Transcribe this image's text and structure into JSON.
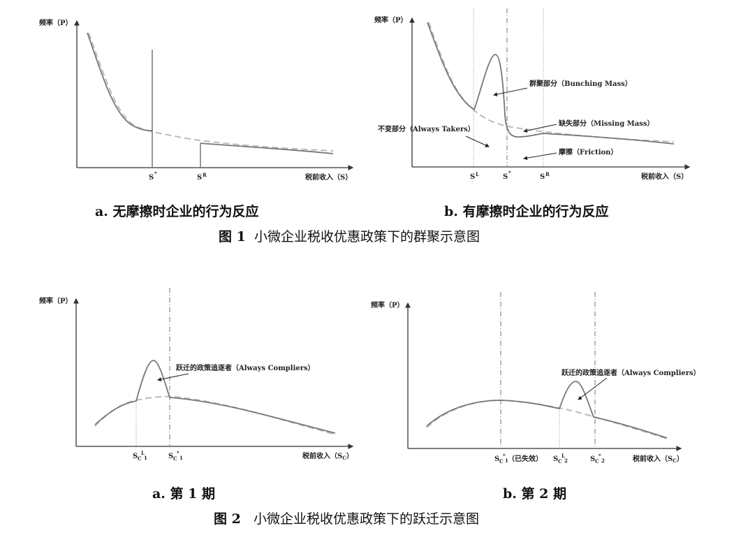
{
  "figure1": {
    "title_prefix": "图 1",
    "title": "小微企业税收优惠政策下的群聚示意图",
    "panel_a": {
      "caption": "a. 无摩擦时企业的行为反应",
      "y_label": "频率（P）",
      "x_label": "税前收入（S）",
      "ticks": [
        "S*",
        "SR"
      ],
      "tick_main": [
        "S",
        "S"
      ],
      "tick_sup": [
        "*",
        "R"
      ]
    },
    "panel_b": {
      "caption": "b. 有摩擦时企业的行为反应",
      "y_label": "频率（P）",
      "x_label": "税前收入（S）",
      "ticks": [
        "SL",
        "S*",
        "SR"
      ],
      "tick_main": [
        "S",
        "S",
        "S"
      ],
      "tick_sup": [
        "L",
        "*",
        "R"
      ],
      "annotations": {
        "bunching": "群聚部分（Bunching Mass）",
        "missing": "缺失部分（Missing Mass）",
        "always_takers": "不变部分（Always Takers）",
        "friction": "摩擦（Friction）"
      }
    }
  },
  "figure2": {
    "title_prefix": "图 2",
    "title": "小微企业税收优惠政策下的跃迁示意图",
    "panel_a": {
      "caption": "a.  第 1 期",
      "y_label": "频率（P）",
      "x_label_main": "税前收入（S",
      "x_label_sub": "C",
      "x_label_end": "）",
      "ticks": [
        "SCL1",
        "SC*1"
      ],
      "tick_sup": [
        "L",
        "*"
      ],
      "tick_idx": [
        "1",
        "1"
      ],
      "annotation": "跃迁的政策追逐者（Always Compliers）"
    },
    "panel_b": {
      "caption": "b.  第 2 期",
      "y_label": "频率（P）",
      "x_label_main": "税前收入（S",
      "x_label_sub": "C",
      "x_label_end": "）",
      "ticks": [
        "SC*1（已失效）",
        "SCL2",
        "SC*2"
      ],
      "tick_sup": [
        "*",
        "L",
        "*"
      ],
      "tick_idx": [
        "1",
        "2",
        "2"
      ],
      "expired_note": "（已失效）",
      "annotation": "跃迁的政策追逐者（Always Compliers）"
    }
  },
  "colors": {
    "axis": "#333333",
    "actual_curve": "#777777",
    "counterfactual_curve": "#bbbbbb",
    "guide_lines": "#888888"
  },
  "chart_data": [
    {
      "type": "line",
      "title": "a. 无摩擦时企业的行为反应",
      "xlabel": "税前收入（S）",
      "ylabel": "频率（P）",
      "x_ticks": [
        "S*",
        "SR"
      ],
      "series": [
        {
          "name": "actual (solid)",
          "description": "decreasing density, drops to zero between S* and SR, jumps back at SR"
        },
        {
          "name": "counterfactual (dashed)",
          "description": "smooth decreasing density"
        }
      ],
      "annotations": [
        "vertical spike at S*"
      ]
    },
    {
      "type": "line",
      "title": "b. 有摩擦时企业的行为反应",
      "xlabel": "税前收入（S）",
      "ylabel": "频率（P）",
      "x_ticks": [
        "SL",
        "S*",
        "SR"
      ],
      "series": [
        {
          "name": "actual (solid)",
          "description": "decreasing, bunching hump between SL and S*, dip (missing mass) between S* and SR"
        },
        {
          "name": "counterfactual (dashed)",
          "description": "smooth decreasing density"
        }
      ],
      "annotations": [
        "群聚部分（Bunching Mass）",
        "缺失部分（Missing Mass）",
        "不变部分（Always Takers）",
        "摩擦（Friction）"
      ]
    },
    {
      "type": "line",
      "title": "a. 第 1 期",
      "xlabel": "税前收入（SC）",
      "ylabel": "频率（P）",
      "x_ticks": [
        "SC^L_1",
        "SC*_1"
      ],
      "series": [
        {
          "name": "actual (solid)",
          "description": "hump-shaped density with bunching peak between SC^L_1 and SC*_1"
        },
        {
          "name": "counterfactual (dashed)",
          "description": "smooth hump-shaped density"
        }
      ],
      "annotations": [
        "跃迁的政策追逐者（Always Compliers）"
      ]
    },
    {
      "type": "line",
      "title": "b. 第 2 期",
      "xlabel": "税前收入（SC）",
      "ylabel": "频率（P）",
      "x_ticks": [
        "SC*_1（已失效）",
        "SC^L_2",
        "SC*_2"
      ],
      "series": [
        {
          "name": "actual (solid)",
          "description": "hump-shaped density with bunching peak between SC^L_2 and SC*_2"
        },
        {
          "name": "counterfactual (dashed)",
          "description": "smooth hump-shaped density"
        }
      ],
      "annotations": [
        "跃迁的政策追逐者（Always Compliers）"
      ]
    }
  ]
}
